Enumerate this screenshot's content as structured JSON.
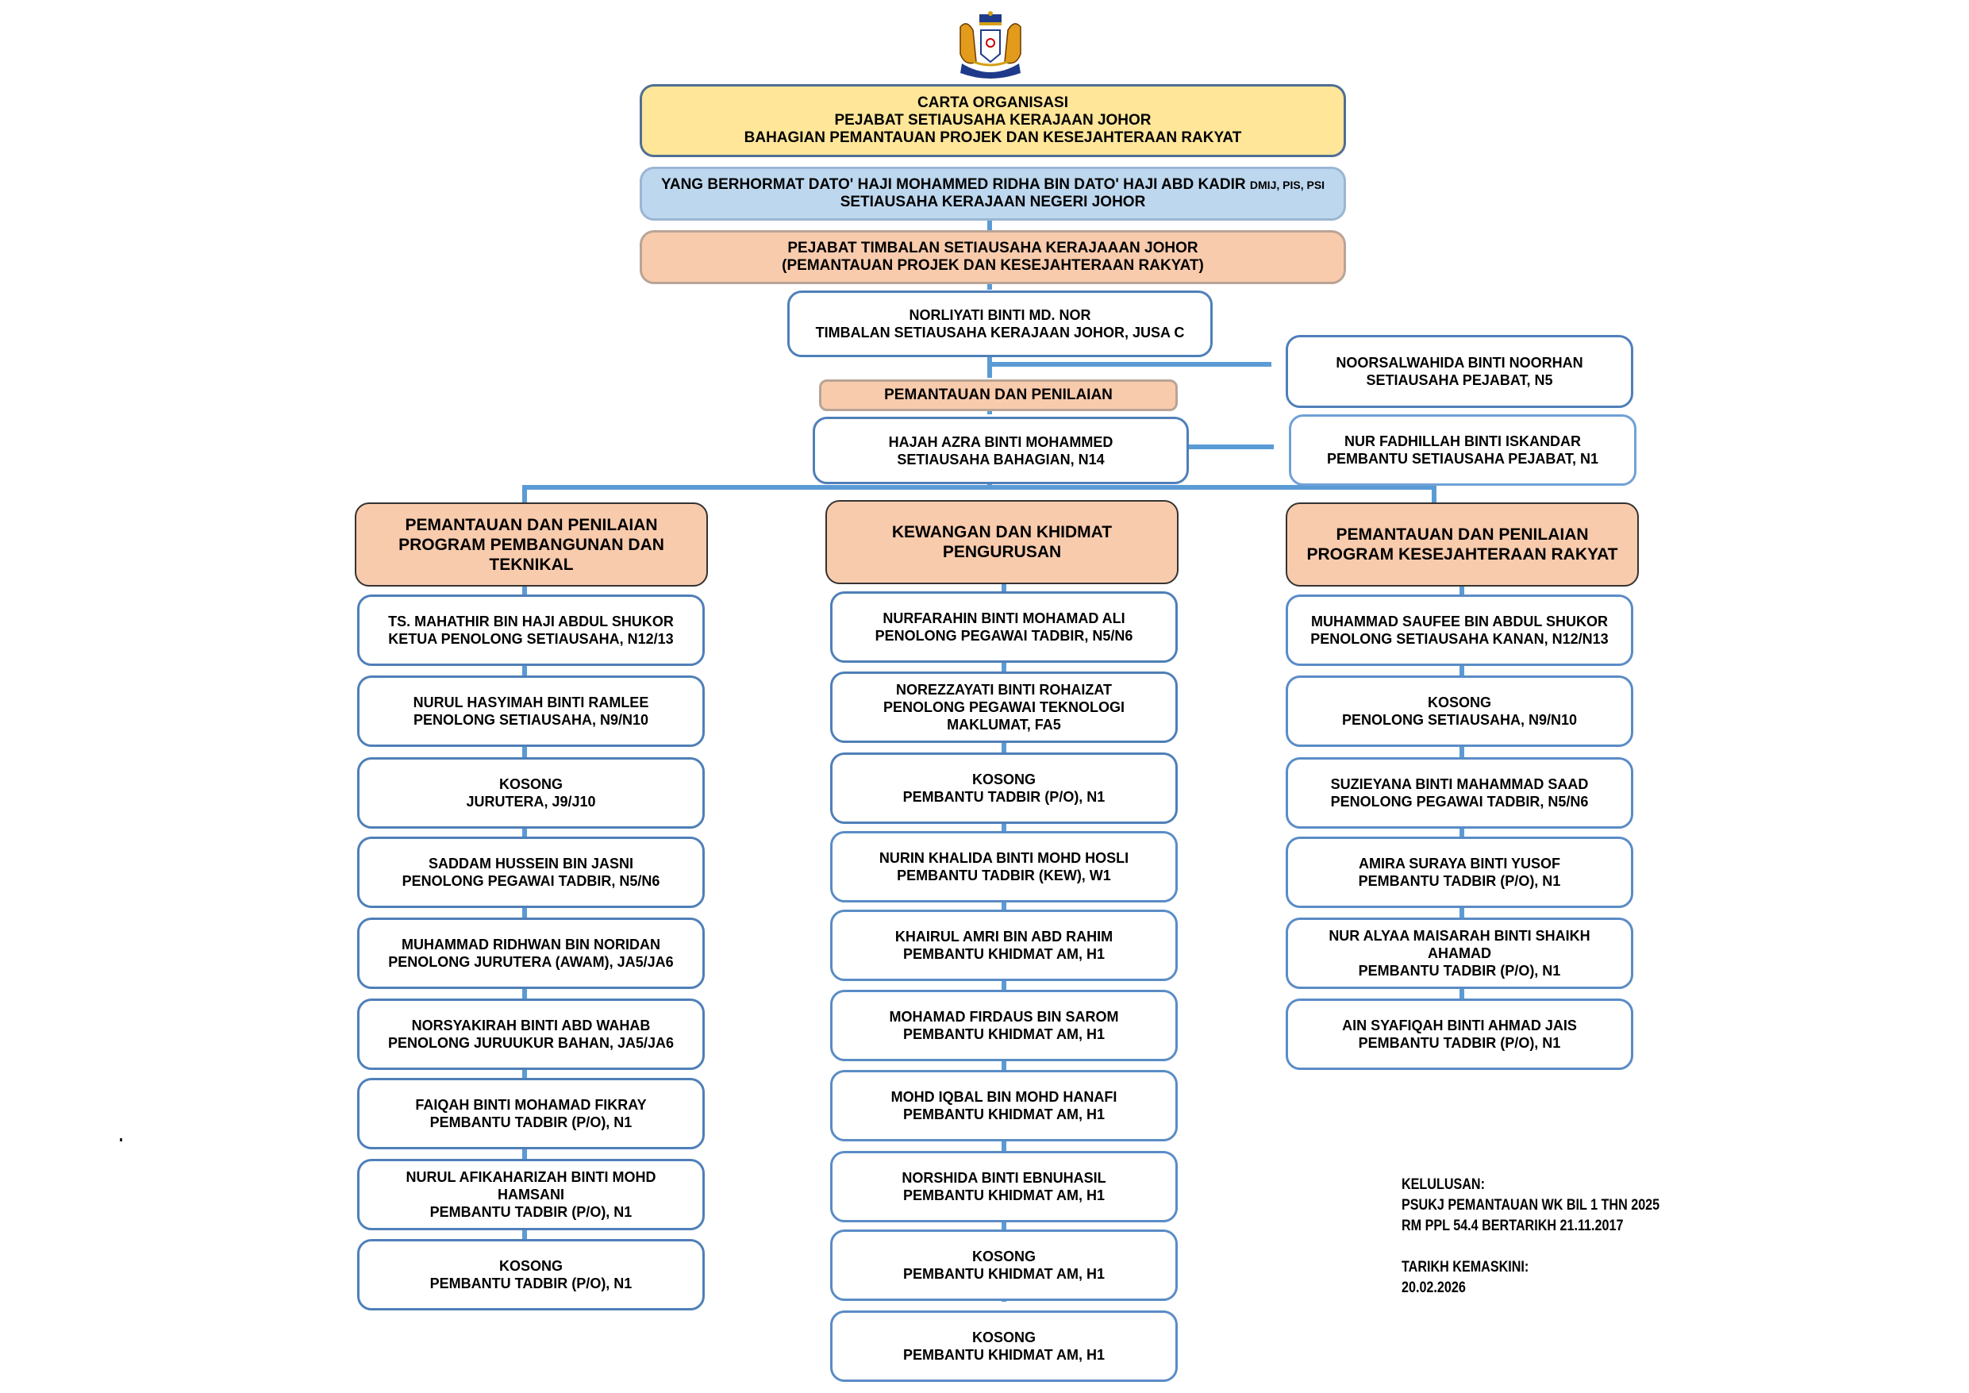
{
  "header": {
    "lines": [
      "CARTA ORGANISASI",
      "PEJABAT SETIAUSAHA KERAJAAN JOHOR",
      "BAHAGIAN PEMANTAUAN PROJEK DAN KESEJAHTERAAN RAKYAT"
    ]
  },
  "secretary": {
    "name": "YANG BERHORMAT DATO' HAJI MOHAMMED RIDHA BIN DATO' HAJI ABD KADIR",
    "honors": "DMIJ, PIS, PSI",
    "title": "SETIAUSAHA KERAJAAN NEGERI JOHOR"
  },
  "deputy_office": {
    "lines": [
      "PEJABAT TIMBALAN SETIAUSAHA KERAJAAAN JOHOR",
      "(PEMANTAUAN PROJEK DAN KESEJAHTERAAN RAKYAT)"
    ]
  },
  "deputy": {
    "name": "NORLIYATI BINTI MD. NOR",
    "title": "TIMBALAN SETIAUSAHA KERAJAAN JOHOR, JUSA C"
  },
  "office_secretary": {
    "name": "NOORSALWAHIDA BINTI NOORHAN",
    "title": "SETIAUSAHA PEJABAT, N5"
  },
  "office_assistant": {
    "name": "NUR FADHILLAH BINTI ISKANDAR",
    "title": "PEMBANTU SETIAUSAHA PEJABAT, N1"
  },
  "division_label": "PEMANTAUAN DAN PENILAIAN",
  "division_secretary": {
    "name": "HAJAH AZRA BINTI MOHAMMED",
    "title": "SETIAUSAHA BAHAGIAN, N14"
  },
  "columns": [
    {
      "section": [
        "PEMANTAUAN DAN PENILAIAN",
        "PROGRAM PEMBANGUNAN DAN",
        "TEKNIKAL"
      ],
      "staff": [
        [
          "TS. MAHATHIR BIN HAJI ABDUL SHUKOR",
          "KETUA PENOLONG SETIAUSAHA, N12/13"
        ],
        [
          "NURUL HASYIMAH BINTI RAMLEE",
          "PENOLONG SETIAUSAHA, N9/N10"
        ],
        [
          "KOSONG",
          "JURUTERA, J9/J10"
        ],
        [
          "SADDAM HUSSEIN BIN JASNI",
          "PENOLONG PEGAWAI TADBIR, N5/N6"
        ],
        [
          "MUHAMMAD RIDHWAN BIN NORIDAN",
          "PENOLONG JURUTERA (AWAM), JA5/JA6"
        ],
        [
          "NORSYAKIRAH BINTI ABD WAHAB",
          "PENOLONG JURUUKUR BAHAN, JA5/JA6"
        ],
        [
          "FAIQAH BINTI MOHAMAD FIKRAY",
          "PEMBANTU TADBIR (P/O), N1"
        ],
        [
          "NURUL AFIKAHARIZAH BINTI MOHD",
          "HAMSANI",
          "PEMBANTU TADBIR (P/O), N1"
        ],
        [
          "KOSONG",
          "PEMBANTU TADBIR (P/O), N1"
        ]
      ]
    },
    {
      "section": [
        "KEWANGAN DAN KHIDMAT",
        "PENGURUSAN"
      ],
      "staff": [
        [
          "NURFARAHIN BINTI MOHAMAD ALI",
          "PENOLONG PEGAWAI TADBIR, N5/N6"
        ],
        [
          "NOREZZAYATI BINTI ROHAIZAT",
          "PENOLONG PEGAWAI TEKNOLOGI",
          "MAKLUMAT, FA5"
        ],
        [
          "KOSONG",
          "PEMBANTU TADBIR (P/O), N1"
        ],
        [
          "NURIN KHALIDA BINTI MOHD HOSLI",
          "PEMBANTU TADBIR (KEW), W1"
        ],
        [
          "KHAIRUL AMRI BIN ABD RAHIM",
          "PEMBANTU KHIDMAT AM, H1"
        ],
        [
          "MOHAMAD FIRDAUS BIN SAROM",
          "PEMBANTU KHIDMAT AM, H1"
        ],
        [
          "MOHD IQBAL BIN MOHD HANAFI",
          "PEMBANTU KHIDMAT AM, H1"
        ],
        [
          "NORSHIDA BINTI EBNUHASIL",
          "PEMBANTU KHIDMAT AM, H1"
        ],
        [
          "KOSONG",
          "PEMBANTU KHIDMAT AM, H1"
        ],
        [
          "KOSONG",
          "PEMBANTU KHIDMAT AM, H1"
        ]
      ]
    },
    {
      "section": [
        "PEMANTAUAN DAN PENILAIAN",
        "PROGRAM KESEJAHTERAAN RAKYAT"
      ],
      "staff": [
        [
          "MUHAMMAD SAUFEE BIN ABDUL SHUKOR",
          "PENOLONG SETIAUSAHA KANAN, N12/N13"
        ],
        [
          "KOSONG",
          "PENOLONG SETIAUSAHA, N9/N10"
        ],
        [
          "SUZIEYANA BINTI MAHAMMAD SAAD",
          "PENOLONG PEGAWAI TADBIR, N5/N6"
        ],
        [
          "AMIRA SURAYA BINTI YUSOF",
          "PEMBANTU TADBIR (P/O), N1"
        ],
        [
          "NUR ALYAA MAISARAH BINTI SHAIKH",
          "AHAMAD",
          "PEMBANTU TADBIR (P/O), N1"
        ],
        [
          "AIN SYAFIQAH BINTI AHMAD JAIS",
          "PEMBANTU TADBIR (P/O), N1"
        ]
      ]
    }
  ],
  "notes": {
    "approval_label": "KELULUSAN:",
    "approval_lines": [
      "PSUKJ PEMANTAUAN WK BIL 1 THN 2025",
      "RM PPL 54.4 BERTARIKH 21.11.2017"
    ],
    "updated_label": "TARIKH KEMASKINI:",
    "updated_date": "20.02.2026"
  },
  "logo": "johor-coat-of-arms-icon",
  "colors": {
    "header_fill": "#ffe699",
    "secretary_fill": "#bdd7ee",
    "section_fill": "#f8cbad",
    "connector": "#5b9bd5"
  }
}
